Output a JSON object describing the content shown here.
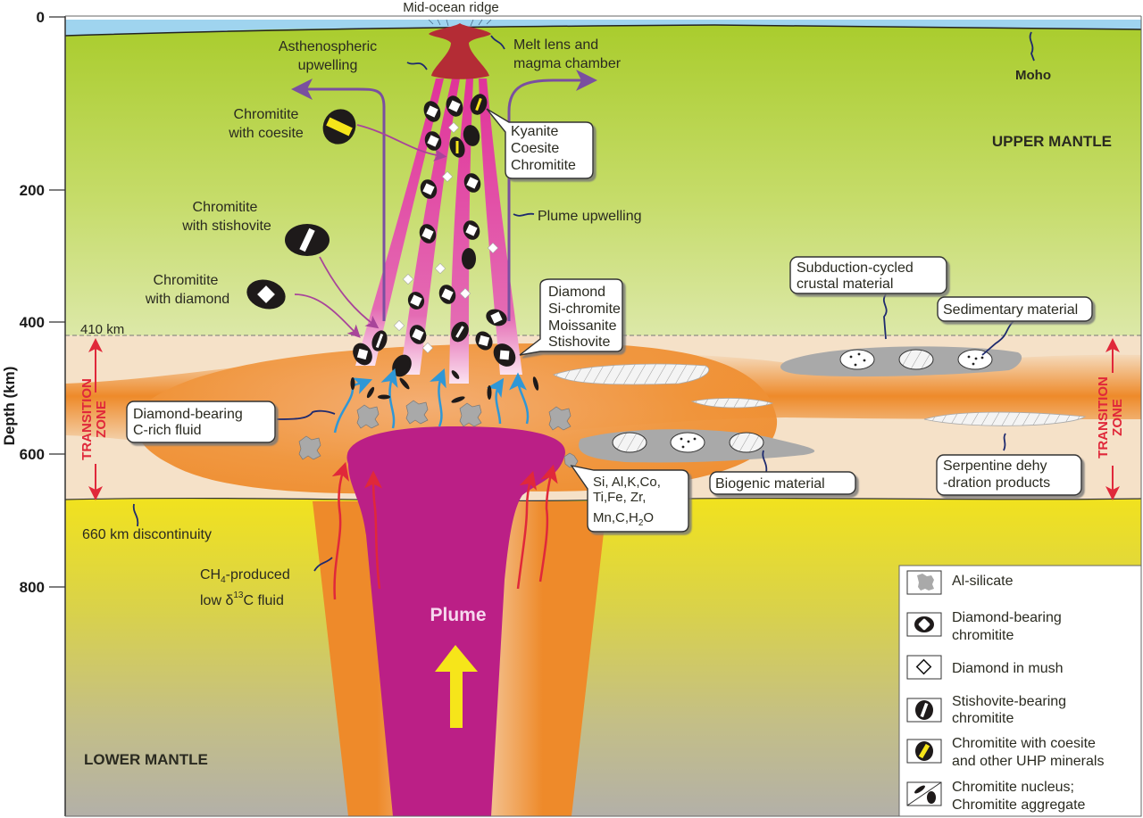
{
  "figure": {
    "y_axis": {
      "label": "Depth (km)",
      "ticks": [
        "0",
        "200",
        "400",
        "600",
        "800"
      ]
    },
    "surface_labels": {
      "ridge": "Mid-ocean ridge",
      "moho": "Moho",
      "asthenospheric": [
        "Asthenospheric",
        "upwelling"
      ],
      "melt_lens": [
        "Melt lens and",
        "magma chamber"
      ],
      "plume_upwelling": "Plume upwelling"
    },
    "regions": {
      "upper_mantle": "UPPER MANTLE",
      "lower_mantle": "LOWER MANTLE",
      "transition_zone": [
        "TRANSITION",
        "ZONE"
      ],
      "plume": "Plume",
      "d410": "410 km",
      "d660": "660 km discontinuity"
    },
    "annotations": {
      "chromitite_coesite": [
        "Chromitite",
        "with coesite"
      ],
      "chromitite_stishovite": [
        "Chromitite",
        "with stishovite"
      ],
      "chromitite_diamond": [
        "Chromitite",
        "with diamond"
      ],
      "kyanite_box": [
        "Kyanite",
        "Coesite",
        "Chromitite"
      ],
      "diamond_box": [
        "Diamond",
        "Si-chromite",
        "Moissanite",
        "Stishovite"
      ],
      "subduction_box": [
        "Subduction-cycled",
        "crustal material"
      ],
      "sedimentary_box": "Sedimentary material",
      "diamond_fluid_box": [
        "Diamond-bearing",
        "C-rich fluid"
      ],
      "elements_box": [
        "Si, Al,K,Co,",
        "Ti,Fe, Zr,",
        "Mn,C,H",
        "2",
        "O"
      ],
      "biogenic_box": "Biogenic material",
      "serpentine_box": [
        "Serpentine dehy",
        "-dration products"
      ],
      "ch4_fluid": [
        "CH",
        "4",
        "-produced",
        "low δ",
        "13",
        "C fluid"
      ]
    },
    "legend": [
      {
        "icon": "al-silicate-icon",
        "label": [
          "Al-silicate"
        ]
      },
      {
        "icon": "diamond-bearing-chromitite-icon",
        "label": [
          "Diamond-bearing",
          "chromitite"
        ]
      },
      {
        "icon": "diamond-in-mush-icon",
        "label": [
          "Diamond in mush"
        ]
      },
      {
        "icon": "stishovite-bearing-chromitite-icon",
        "label": [
          "Stishovite-bearing",
          "chromitite"
        ]
      },
      {
        "icon": "chromitite-coesite-icon",
        "label": [
          "Chromitite with coesite",
          "and other UHP minerals"
        ]
      },
      {
        "icon": "chromitite-nucleus-aggregate-icon",
        "label": [
          "Chromitite nucleus;",
          "Chromitite aggregate"
        ]
      }
    ],
    "colors": {
      "upper_mantle_top": "#a9cc2c",
      "upper_mantle_bottom": "#dfe9b0",
      "transition_light": "#f5e1c8",
      "transition_orange": "#ee8a2a",
      "lower_mantle_top": "#f1e21e",
      "lower_mantle_bottom": "#b5b1a6",
      "ocean": "#9fd4ef",
      "plume": "#bb1f86",
      "plume_tubes": "#e03a9a",
      "magma_chamber": "#b42c35",
      "zone_red": "#e0283a",
      "fluid_blue": "#2f97d6",
      "purple_arrow": "#7a4fa0",
      "yellow_arrow": "#f6e51a"
    }
  }
}
